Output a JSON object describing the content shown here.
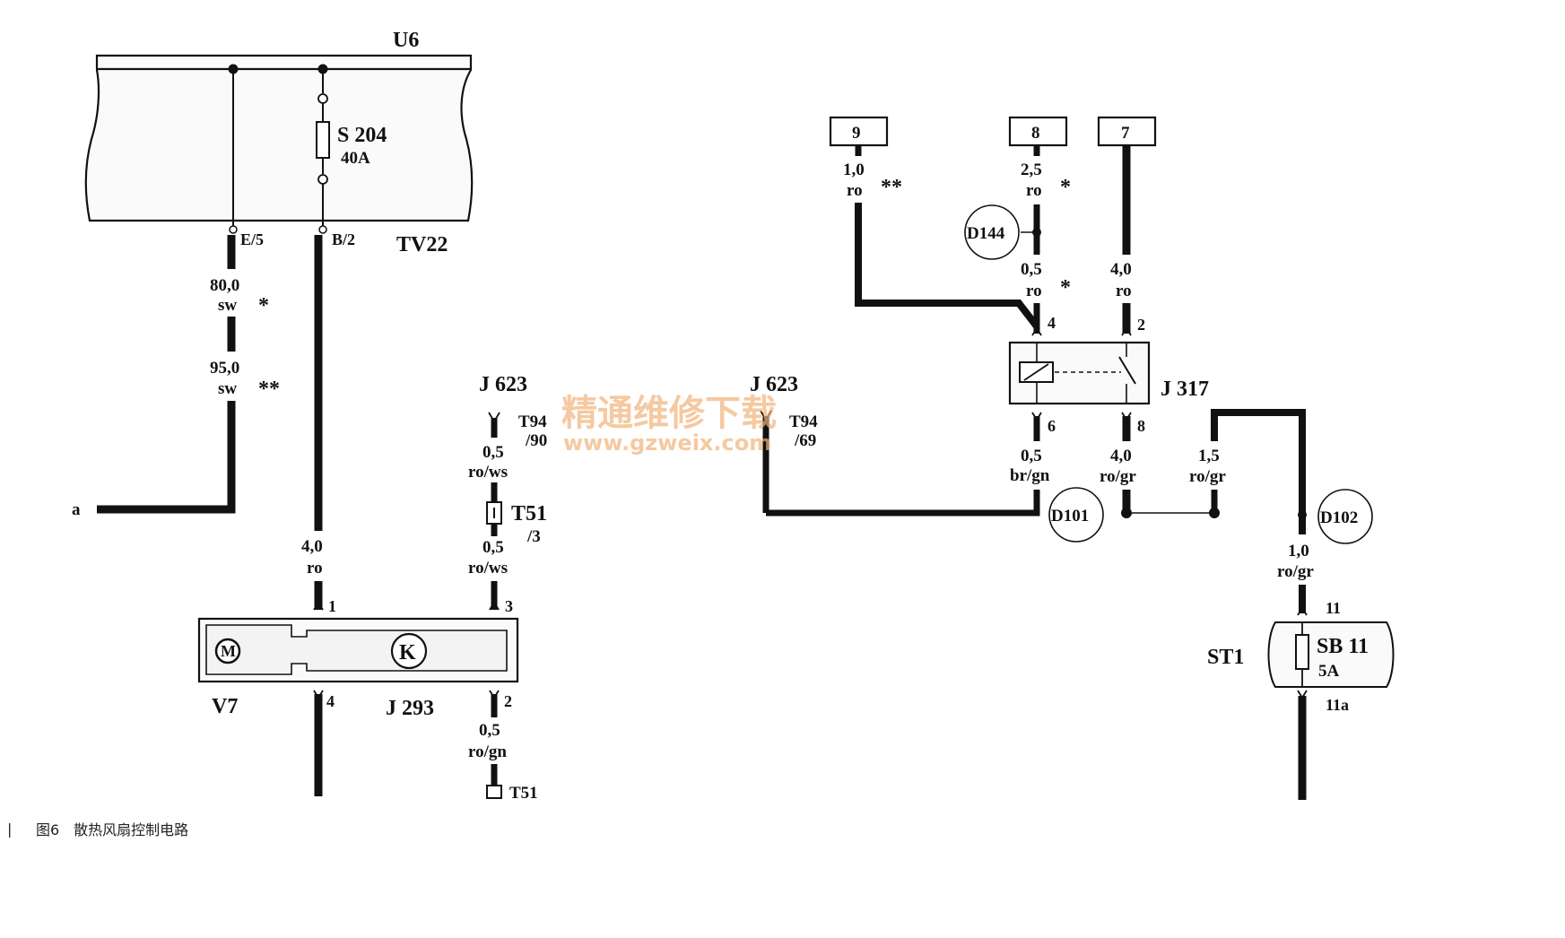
{
  "components": {
    "u6": "U6",
    "tv22": "TV22",
    "fuse_s204": "S 204",
    "fuse_s204_rating": "40A",
    "pin_e5": "E/5",
    "pin_b2": "B/2",
    "v7": "V7",
    "j293": "J 293",
    "j623_a": "J 623",
    "j623_b": "J 623",
    "t94_90_a": "T94",
    "t94_90_b": "/90",
    "t94_69_a": "T94",
    "t94_69_b": "/69",
    "t51_a": "T51",
    "t51_b": "/3",
    "t51_partial": "T51",
    "j317": "J 317",
    "st1": "ST1",
    "sb11": "SB 11",
    "sb11_rating": "5A",
    "pin_11": "11",
    "pin_11a": "11a",
    "motor_symbol": "M",
    "module_symbol": "K"
  },
  "nodes": {
    "d144": "D144",
    "d101": "D101",
    "d102": "D102",
    "a": "a"
  },
  "boxes": {
    "b9": "9",
    "b8": "8",
    "b7": "7"
  },
  "pins": {
    "j293_1": "1",
    "j293_3": "3",
    "j293_4": "4",
    "j293_2": "2",
    "j317_4": "4",
    "j317_2": "2",
    "j317_6": "6",
    "j317_8": "8"
  },
  "wires": {
    "w1_size": "80,0",
    "w1_color": "sw",
    "w1_mark": "*",
    "w2_size": "95,0",
    "w2_color": "sw",
    "w2_mark": "**",
    "w3_size": "4,0",
    "w3_color": "ro",
    "w4_size": "0,5",
    "w4_color": "ro/ws",
    "w5_size": "0,5",
    "w5_color": "ro/ws",
    "w6_size": "0,5",
    "w6_color": "ro/gn",
    "w7_size": "1,0",
    "w7_color": "ro",
    "w7_mark": "**",
    "w8_size": "2,5",
    "w8_color": "ro",
    "w8_mark": "*",
    "w9_size": "0,5",
    "w9_color": "ro",
    "w9_mark": "*",
    "w10_size": "4,0",
    "w10_color": "ro",
    "w11_size": "0,5",
    "w11_color": "br/gn",
    "w12_size": "4,0",
    "w12_color": "ro/gr",
    "w13_size": "1,5",
    "w13_color": "ro/gr",
    "w14_size": "1,0",
    "w14_color": "ro/gr"
  },
  "watermark": {
    "line1": "精通维修下载",
    "line2": "www.gzweix.com"
  },
  "caption": {
    "marker": "|",
    "text": "图6　散热风扇控制电路"
  },
  "colors": {
    "ink": "#111111",
    "watermark": "#f2b37a"
  }
}
